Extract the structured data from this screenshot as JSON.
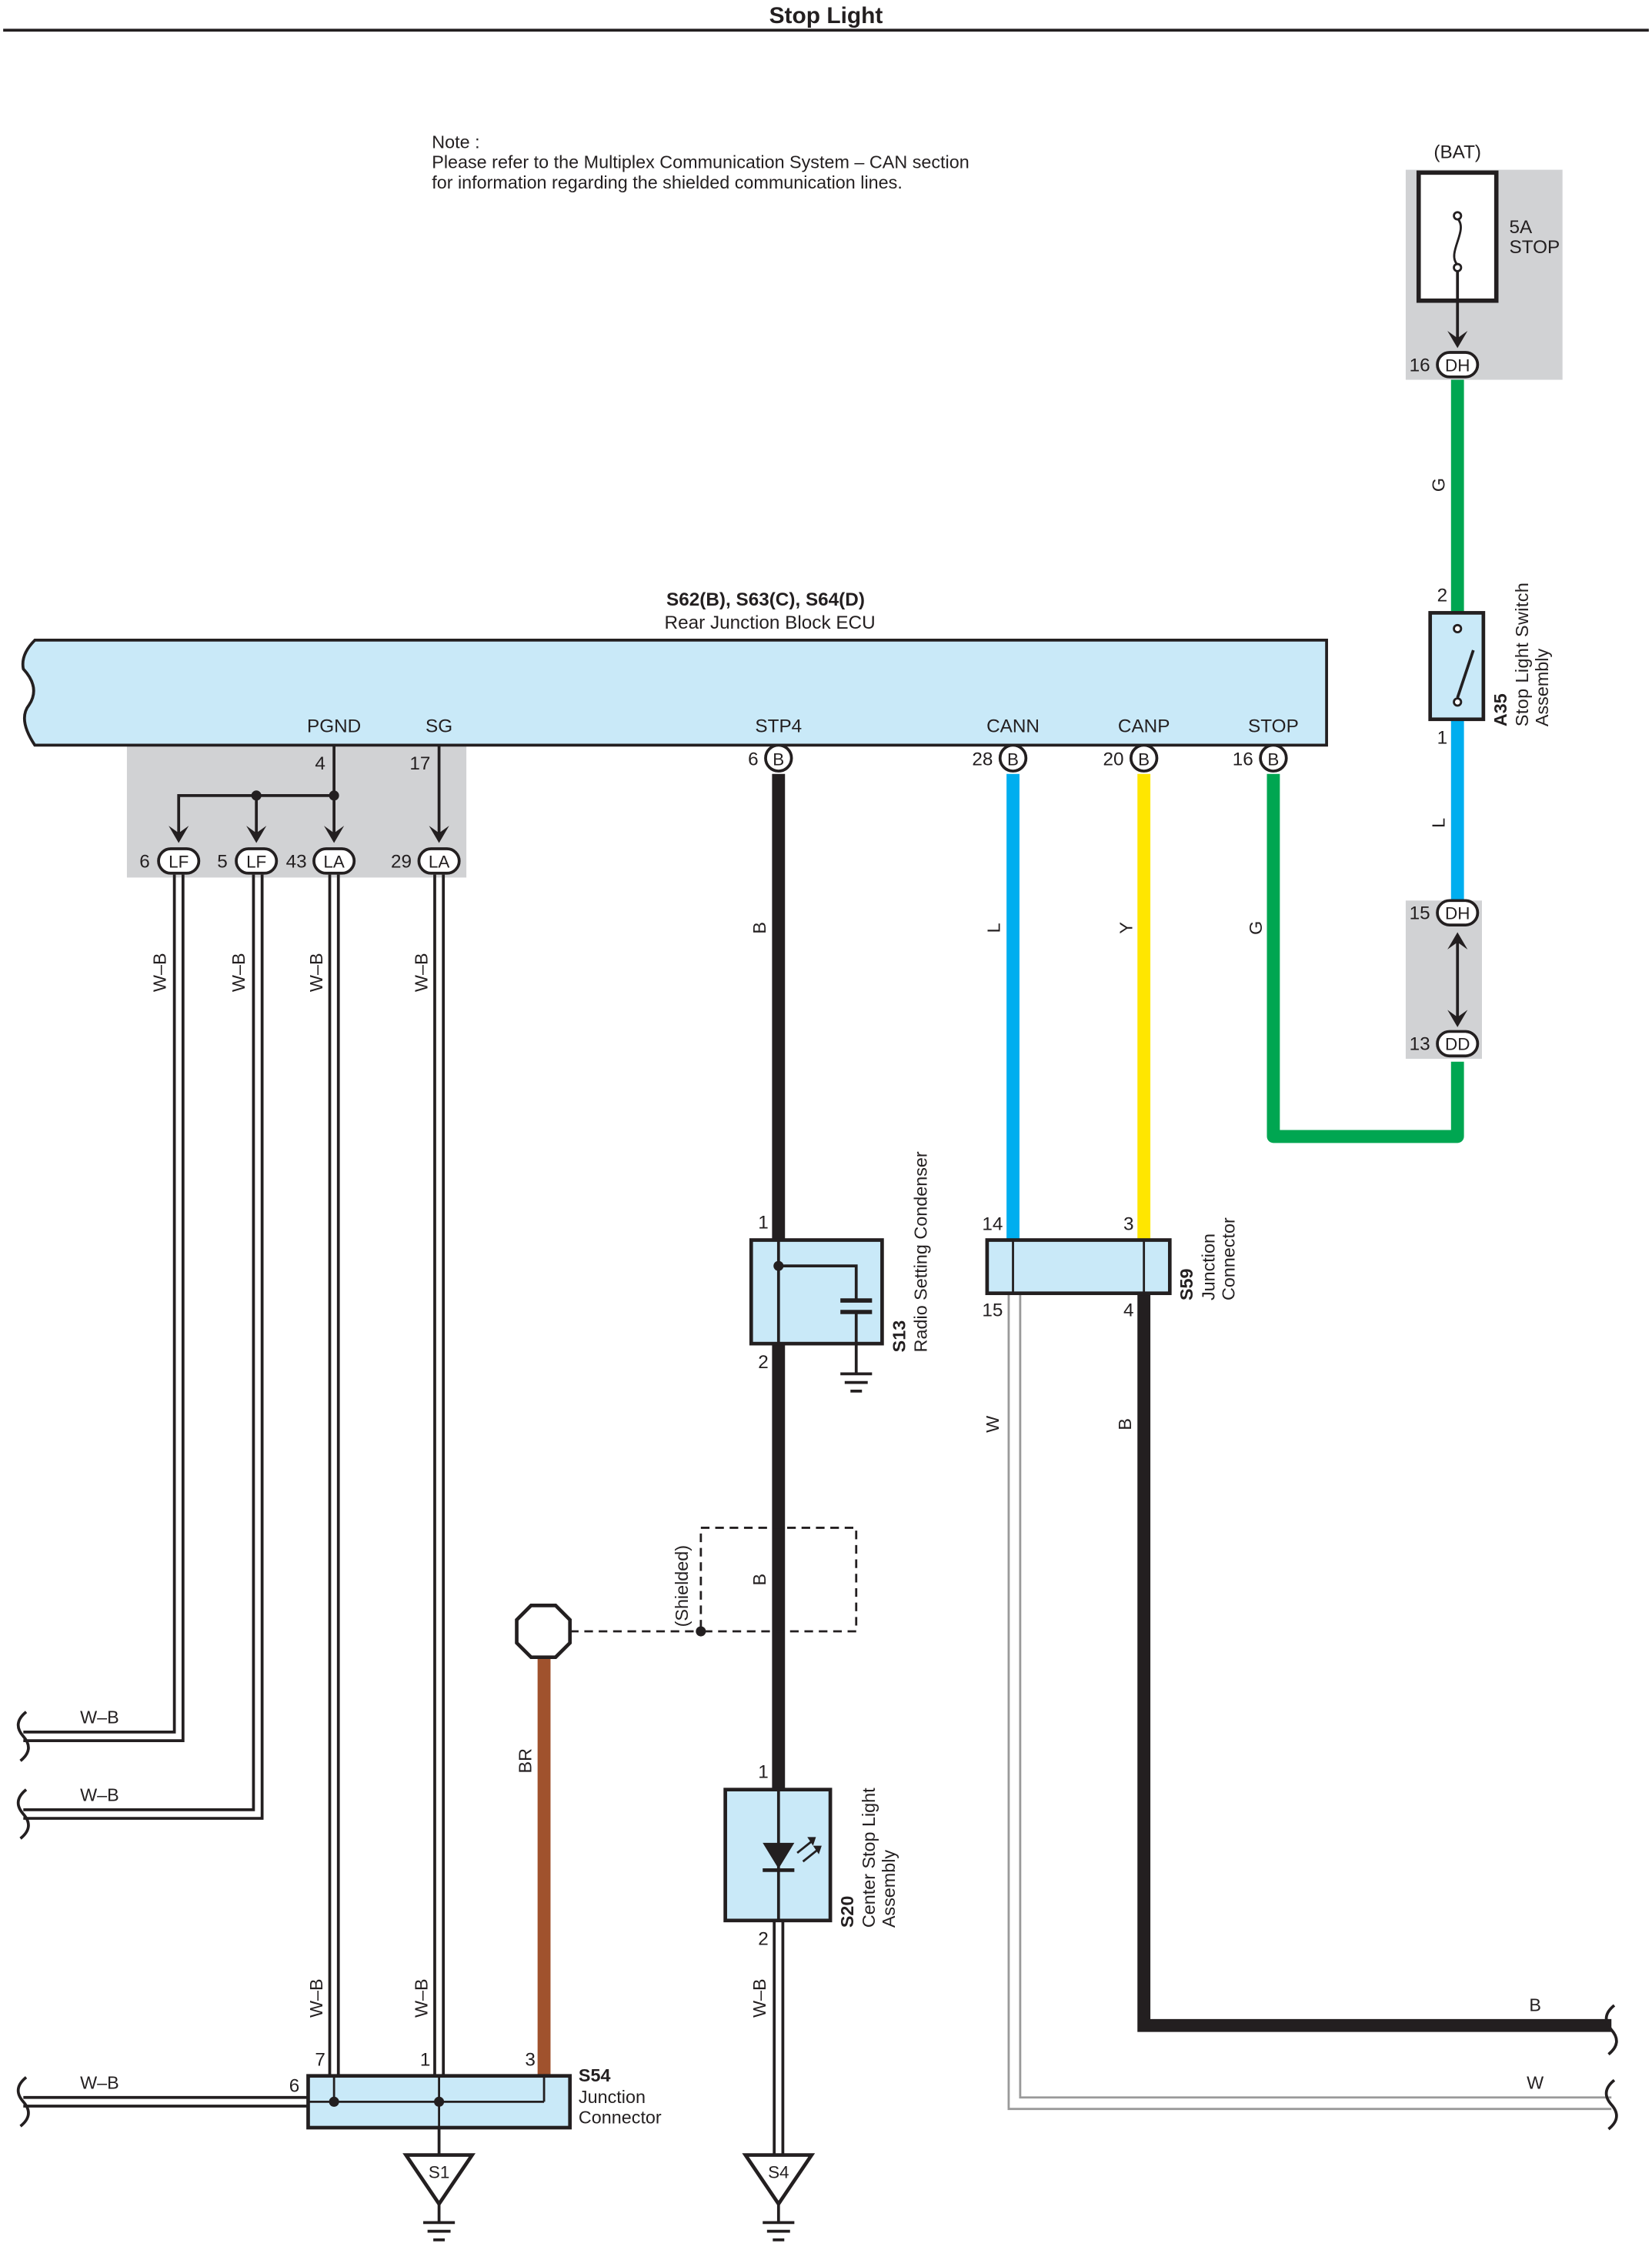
{
  "title": "Stop Light",
  "note": {
    "heading": "Note :",
    "line1": "Please refer to the Multiplex Communication System – CAN section",
    "line2": "for information regarding the shielded communication lines."
  },
  "ecu": {
    "codes": "S62(B), S63(C), S64(D)",
    "name": "Rear Junction Block ECU",
    "terminals": {
      "pgnd": "PGND",
      "sg": "SG",
      "stp4": "STP4",
      "cann": "CANN",
      "canp": "CANP",
      "stop": "STOP"
    },
    "pins": {
      "pgnd": "4",
      "sg": "17",
      "stp4": "6",
      "cann": "28",
      "canp": "20",
      "stop": "16"
    }
  },
  "connectors": {
    "lf1": {
      "pin": "6",
      "code": "LF"
    },
    "lf2": {
      "pin": "5",
      "code": "LF"
    },
    "la1": {
      "pin": "43",
      "code": "LA"
    },
    "la2": {
      "pin": "29",
      "code": "LA"
    },
    "b": "B",
    "dh_top": {
      "pin": "16",
      "code": "DH"
    },
    "dh_mid": {
      "pin": "15",
      "code": "DH"
    },
    "dd": {
      "pin": "13",
      "code": "DD"
    }
  },
  "battery": {
    "label": "(BAT)",
    "fuse_rating": "5A",
    "fuse_name": "STOP"
  },
  "wire_colors": {
    "wb": "W–B",
    "b": "B",
    "l": "L",
    "y": "Y",
    "g": "G",
    "w": "W",
    "br": "BR"
  },
  "components": {
    "a35": {
      "code": "A35",
      "name1": "Stop Light Switch",
      "name2": "Assembly",
      "pin_top": "2",
      "pin_bottom": "1"
    },
    "s13": {
      "code": "S13",
      "name": "Radio Setting Condenser",
      "pin_top": "1",
      "pin_bottom": "2"
    },
    "s59": {
      "code": "S59",
      "name1": "Junction",
      "name2": "Connector",
      "pin_tl": "14",
      "pin_tr": "3",
      "pin_bl": "15",
      "pin_br": "4"
    },
    "s20": {
      "code": "S20",
      "name1": "Center Stop Light",
      "name2": "Assembly",
      "pin_top": "1",
      "pin_bottom": "2"
    },
    "s54": {
      "code": "S54",
      "name1": "Junction",
      "name2": "Connector",
      "pin_7": "7",
      "pin_1": "1",
      "pin_3": "3",
      "pin_6": "6"
    }
  },
  "shielded": "(Shielded)",
  "grounds": {
    "s1": "S1",
    "s4": "S4"
  },
  "colors": {
    "block": "#c9e9f8",
    "gray_area": "#d1d2d4",
    "black": "#231f20",
    "blue": "#00aeef",
    "yellow": "#ffe600",
    "green": "#00a651",
    "brown": "#a0522d"
  }
}
